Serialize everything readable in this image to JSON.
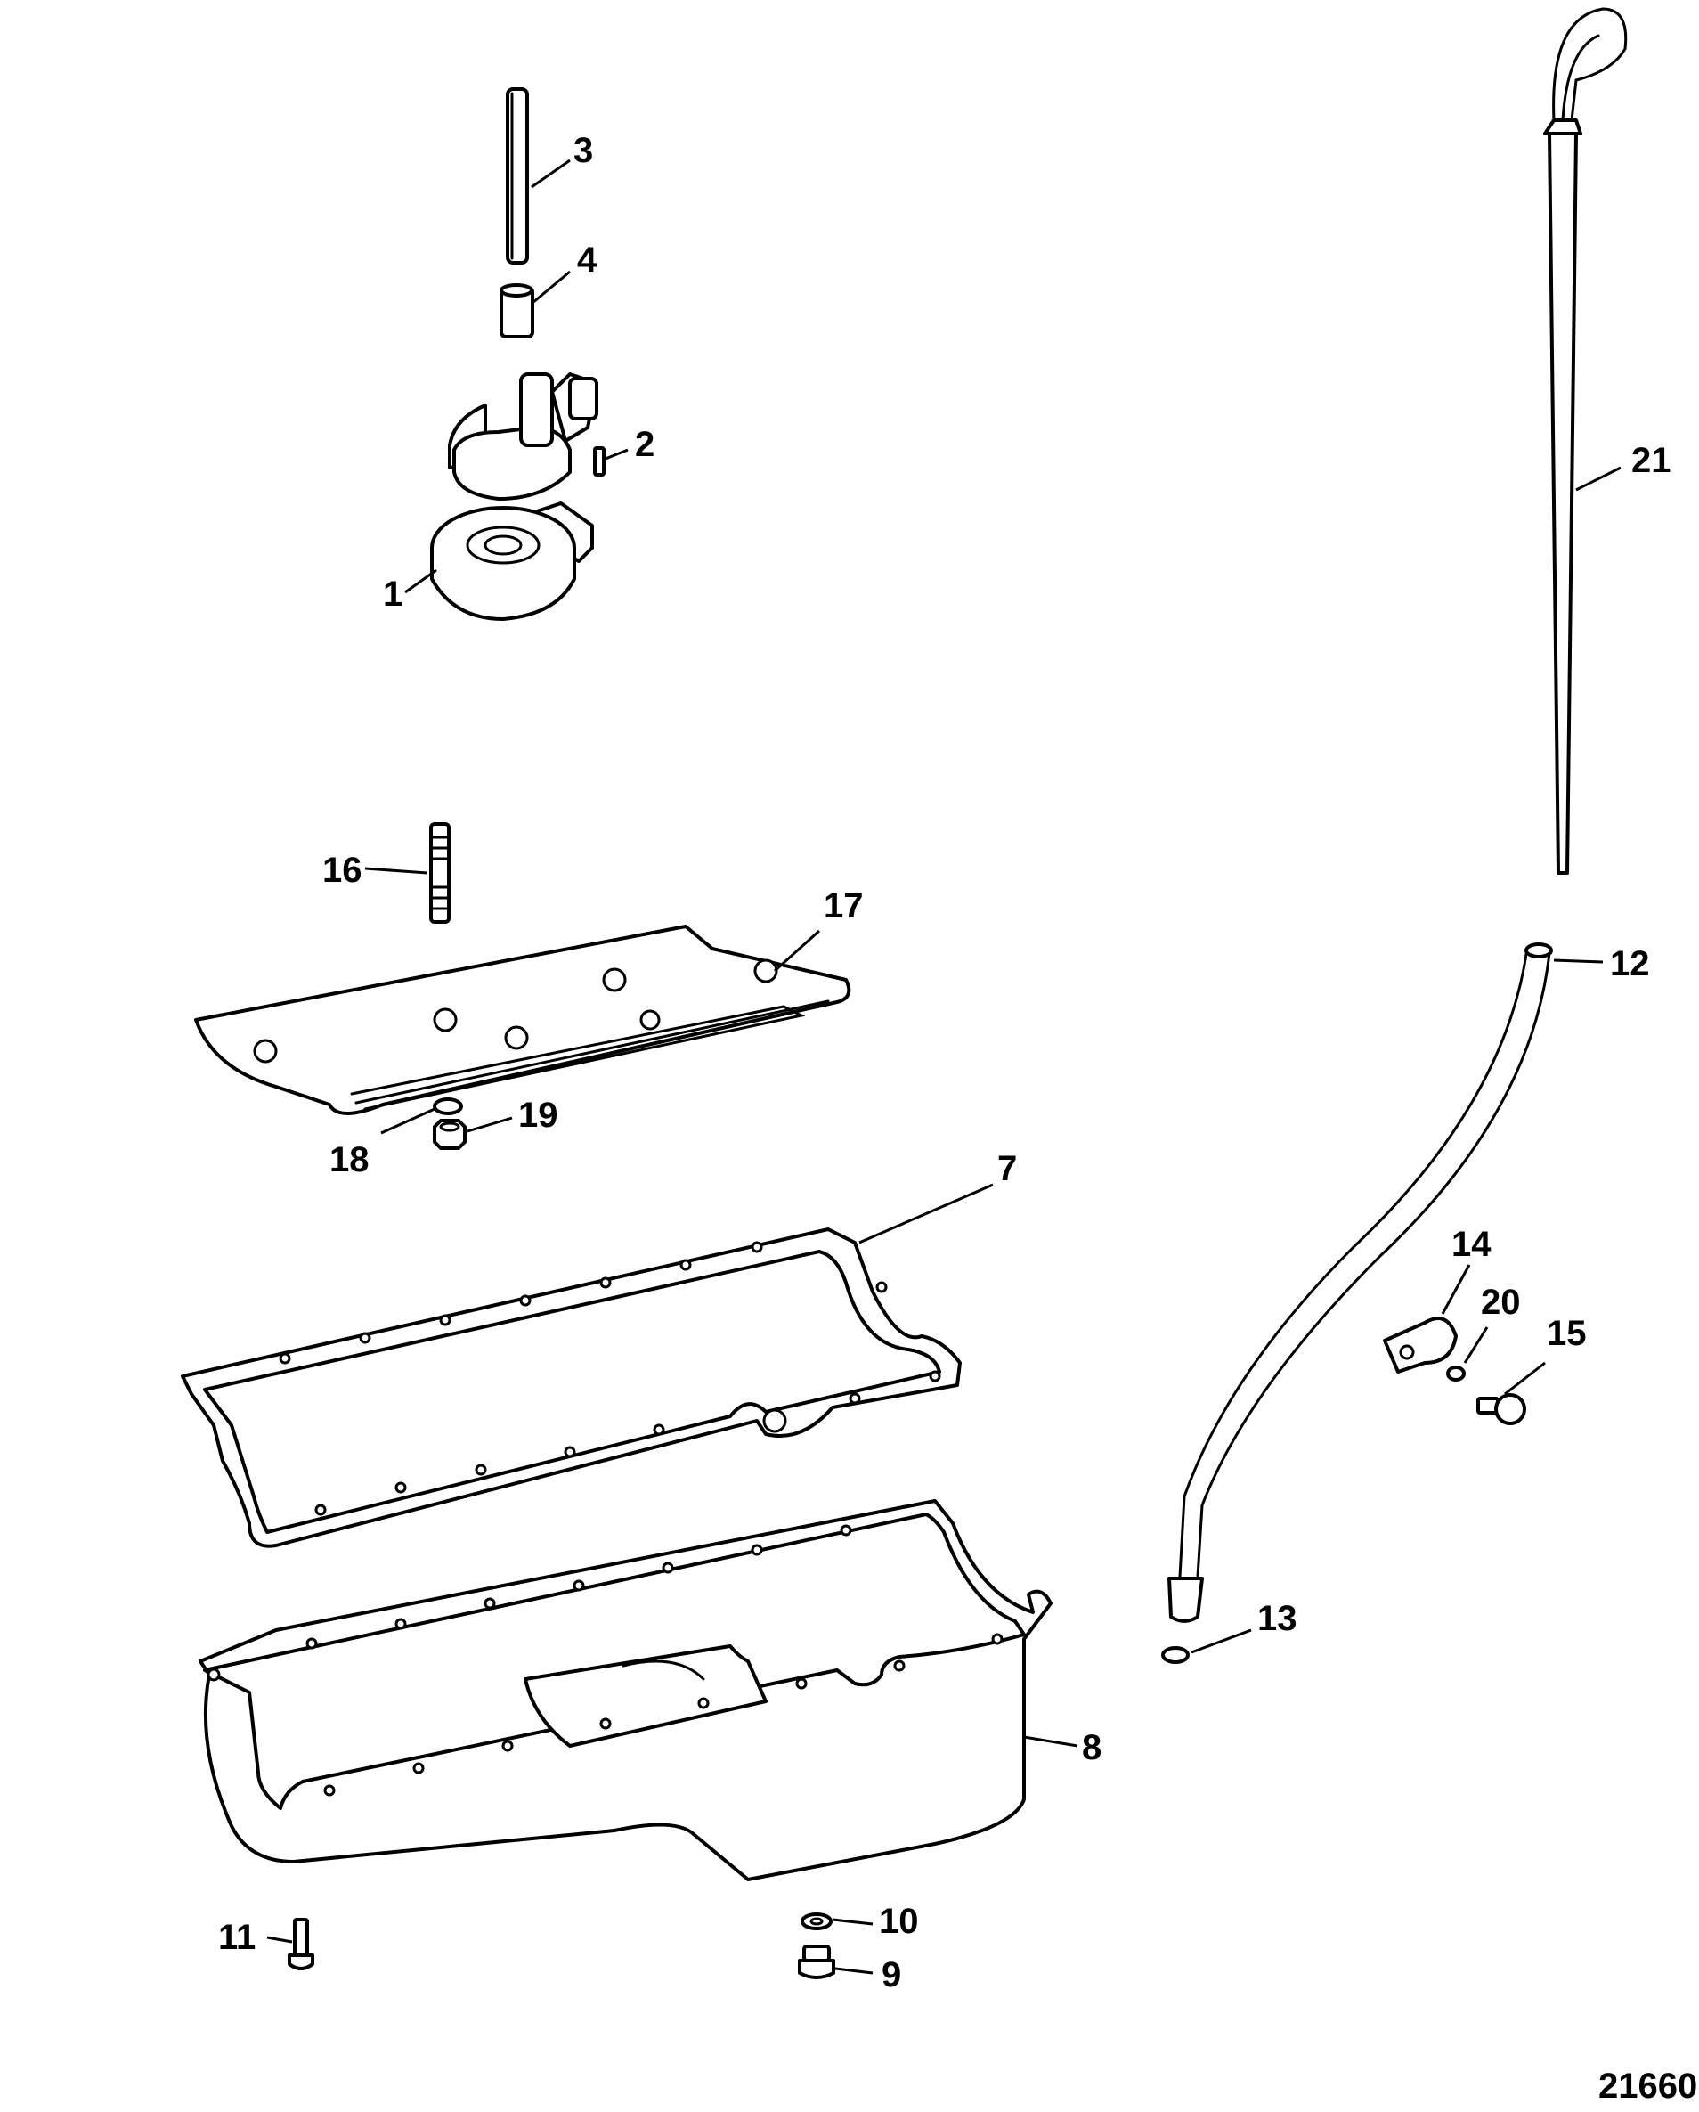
{
  "figure_number": "21660",
  "parts": [
    {
      "id": "1",
      "name": "oil-pump"
    },
    {
      "id": "2",
      "name": "pin"
    },
    {
      "id": "3",
      "name": "pump-shaft"
    },
    {
      "id": "4",
      "name": "sleeve"
    },
    {
      "id": "7",
      "name": "oil-pan-gasket"
    },
    {
      "id": "8",
      "name": "oil-pan"
    },
    {
      "id": "9",
      "name": "drain-plug"
    },
    {
      "id": "10",
      "name": "plug-washer"
    },
    {
      "id": "11",
      "name": "pan-bolt"
    },
    {
      "id": "12",
      "name": "dipstick-tube"
    },
    {
      "id": "13",
      "name": "tube-seal"
    },
    {
      "id": "14",
      "name": "tube-clamp"
    },
    {
      "id": "15",
      "name": "clamp-bolt"
    },
    {
      "id": "16",
      "name": "stud"
    },
    {
      "id": "17",
      "name": "windage-tray"
    },
    {
      "id": "18",
      "name": "tray-washer"
    },
    {
      "id": "19",
      "name": "tray-nut"
    },
    {
      "id": "20",
      "name": "clamp-washer"
    },
    {
      "id": "21",
      "name": "dipstick"
    }
  ]
}
